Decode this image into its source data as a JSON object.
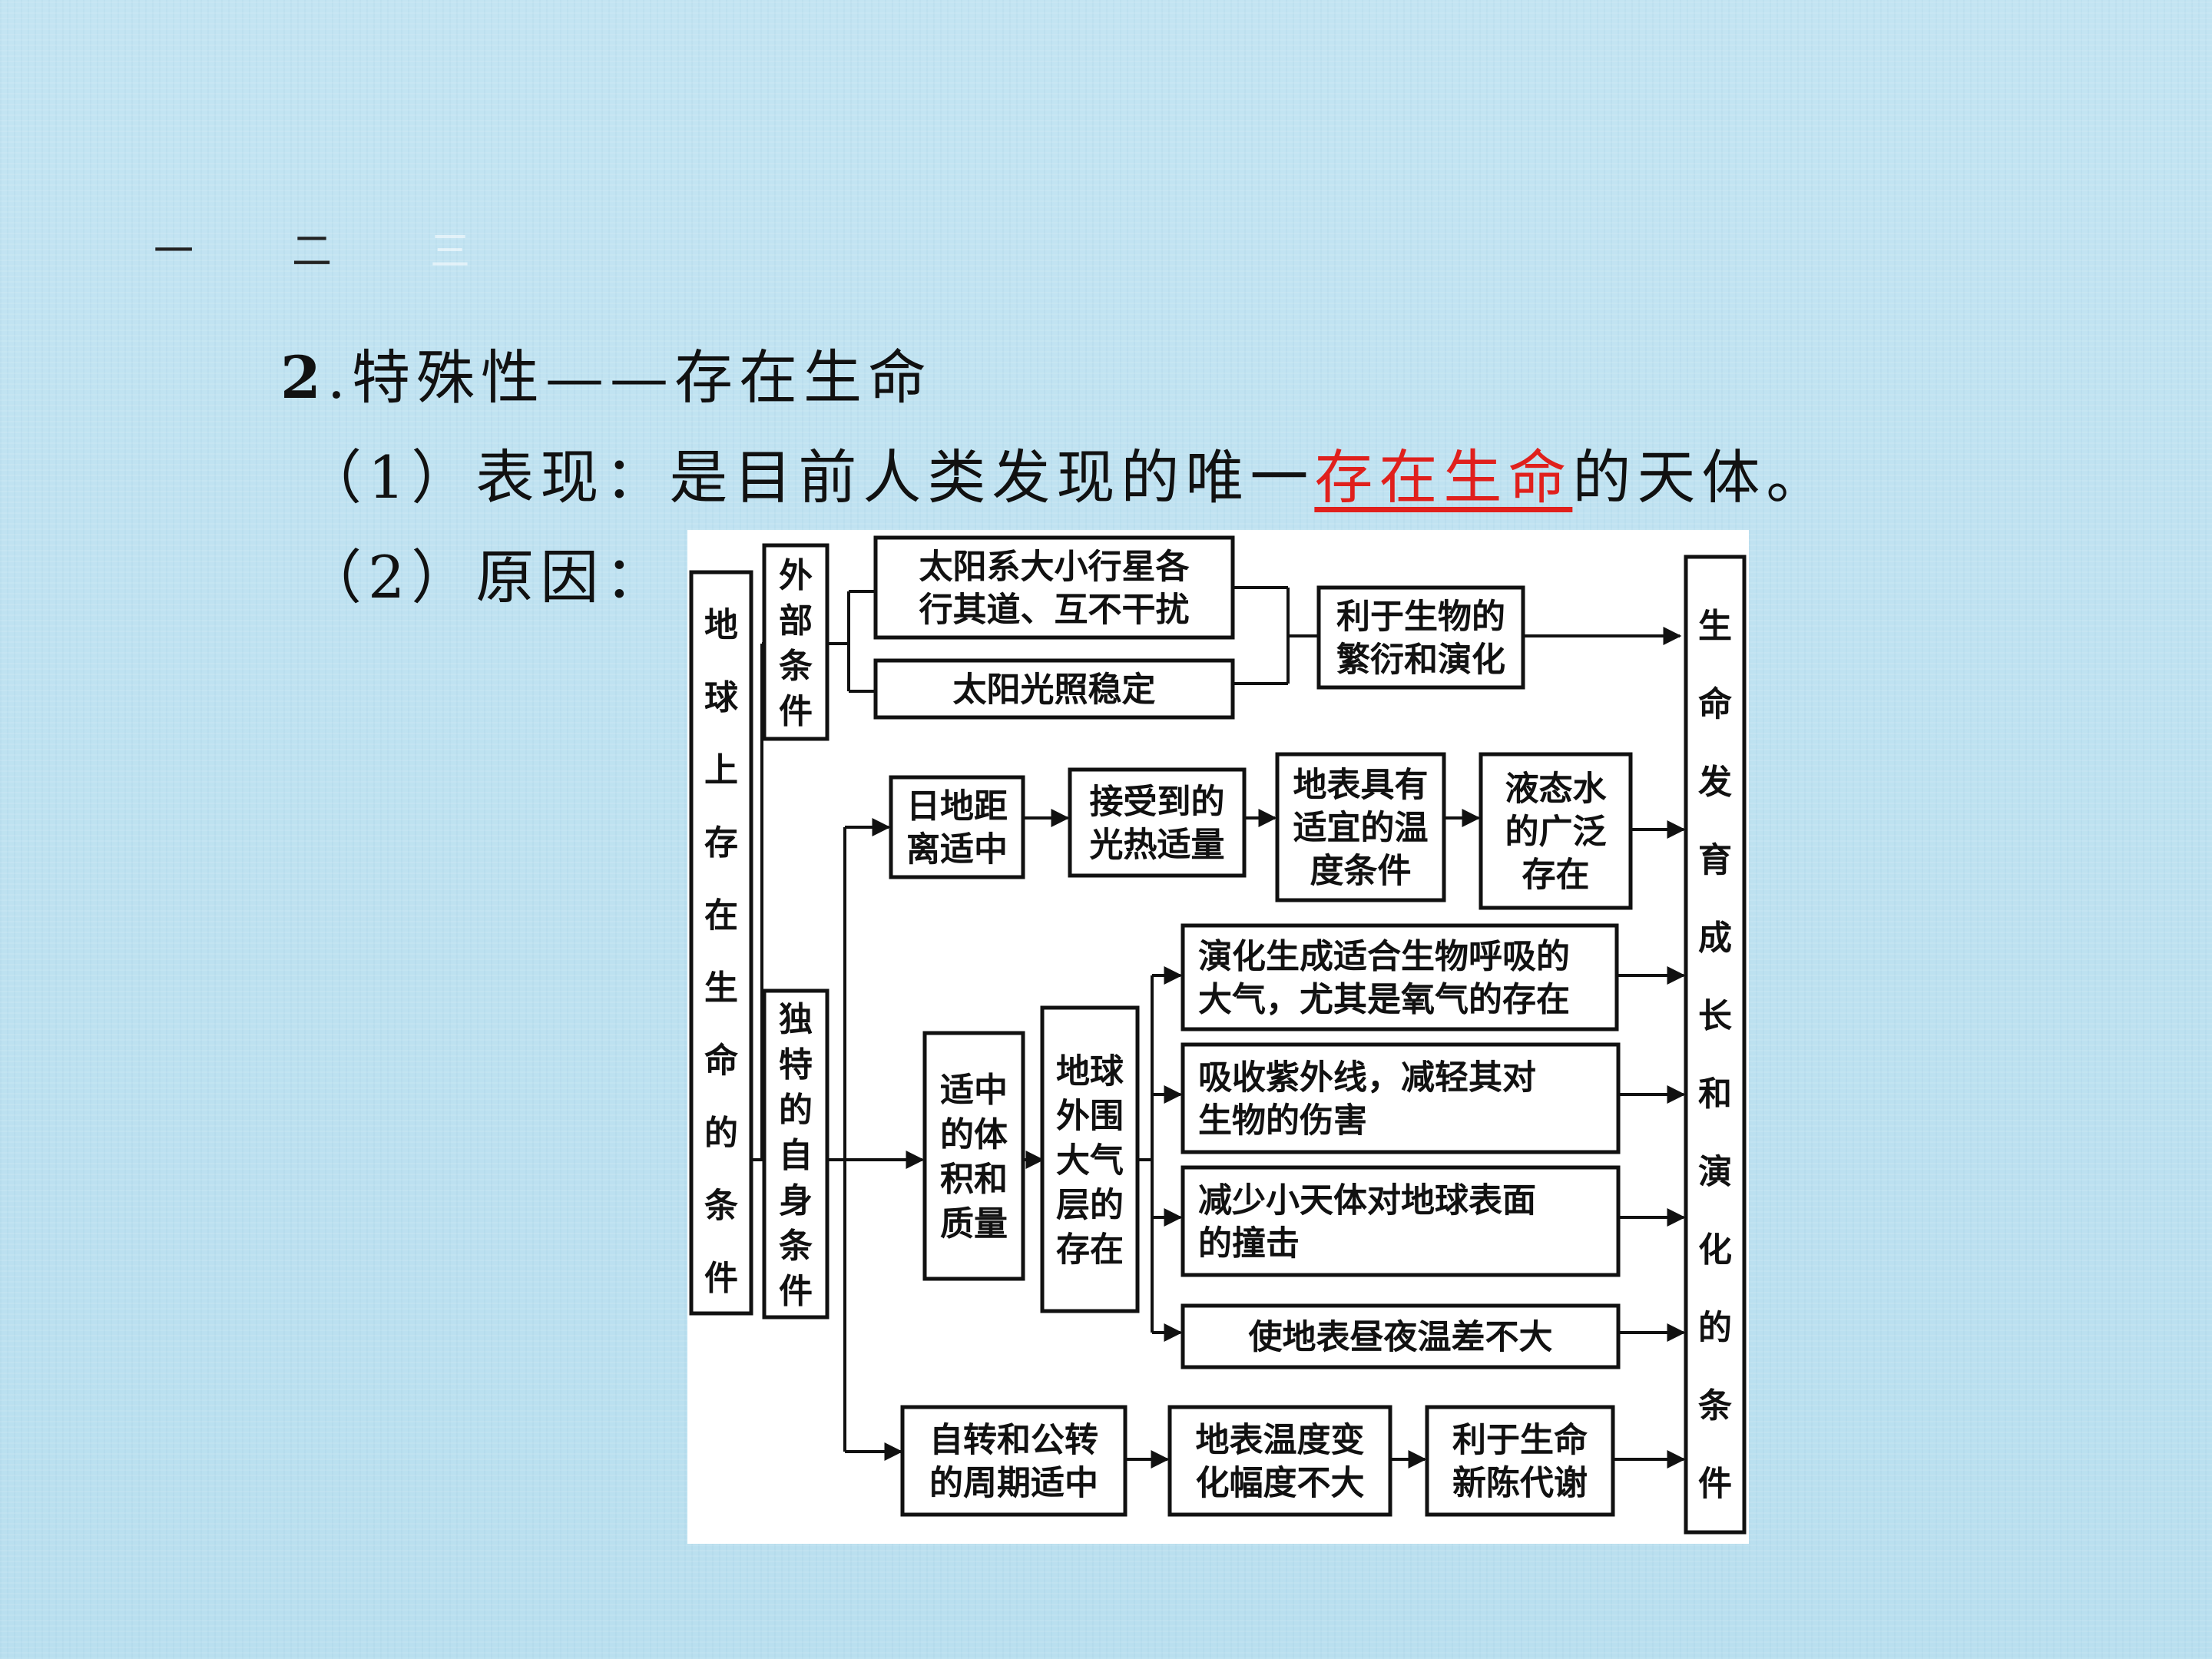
{
  "nav": {
    "tab1": "一",
    "tab2": "二",
    "tab3": "三"
  },
  "heading": {
    "number": "2",
    "text": ".特殊性——存在生命"
  },
  "performance": {
    "prefix": "（1）表现：是目前人类发现的唯一",
    "highlight": "存在生命",
    "suffix": "的天体。"
  },
  "reason": {
    "label": "（2）原因："
  },
  "diagram": {
    "left_label": [
      "地",
      "球",
      "上",
      "存",
      "在",
      "生",
      "命",
      "的",
      "条",
      "件"
    ],
    "external": [
      "外",
      "部",
      "条",
      "件"
    ],
    "internal": [
      "独",
      "特",
      "的",
      "自",
      "身",
      "条",
      "件"
    ],
    "ext_box1": [
      "太阳系大小行星各",
      "行其道、互不干扰"
    ],
    "ext_box2": [
      "太阳光照稳定"
    ],
    "ext_result": [
      "利于生物的",
      "繁衍和演化"
    ],
    "row1": {
      "a": [
        "日地距",
        "离适中"
      ],
      "b": [
        "接受到的",
        "光热适量"
      ],
      "c": [
        "地表具有",
        "适宜的温",
        "度条件"
      ],
      "d": [
        "液态水",
        "的广泛",
        "存在"
      ]
    },
    "mass": [
      "适中",
      "的体",
      "积和",
      "质量"
    ],
    "atmos": [
      "地球",
      "外围",
      "大气",
      "层的",
      "存在"
    ],
    "atm_items": [
      [
        "演化生成适合生物呼吸的",
        "大气，尤其是氧气的存在"
      ],
      [
        "吸收紫外线，减轻其对",
        "生物的伤害"
      ],
      [
        "减少小天体对地球表面",
        "的撞击"
      ],
      [
        "使地表昼夜温差不大"
      ]
    ],
    "row3": {
      "a": [
        "自转和公转",
        "的周期适中"
      ],
      "b": [
        "地表温度变",
        "化幅度不大"
      ],
      "c": [
        "利于生命",
        "新陈代谢"
      ]
    },
    "right_label": [
      "生",
      "命",
      "发",
      "育",
      "成",
      "长",
      "和",
      "演",
      "化",
      "的",
      "条",
      "件"
    ]
  }
}
